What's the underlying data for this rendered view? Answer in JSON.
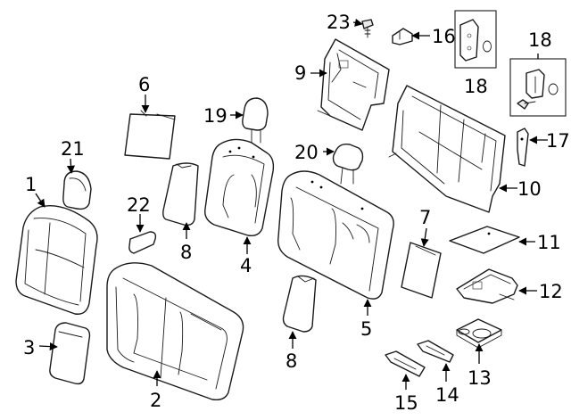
{
  "diagram": {
    "callouts": [
      {
        "id": "c1",
        "label": "1"
      },
      {
        "id": "c2",
        "label": "2"
      },
      {
        "id": "c3",
        "label": "3"
      },
      {
        "id": "c4",
        "label": "4"
      },
      {
        "id": "c5",
        "label": "5"
      },
      {
        "id": "c6",
        "label": "6"
      },
      {
        "id": "c7",
        "label": "7"
      },
      {
        "id": "c8a",
        "label": "8"
      },
      {
        "id": "c8b",
        "label": "8"
      },
      {
        "id": "c9",
        "label": "9"
      },
      {
        "id": "c10",
        "label": "10"
      },
      {
        "id": "c11",
        "label": "11"
      },
      {
        "id": "c12",
        "label": "12"
      },
      {
        "id": "c13",
        "label": "13"
      },
      {
        "id": "c14",
        "label": "14"
      },
      {
        "id": "c15",
        "label": "15"
      },
      {
        "id": "c16",
        "label": "16"
      },
      {
        "id": "c17",
        "label": "17"
      },
      {
        "id": "c18a",
        "label": "18"
      },
      {
        "id": "c18b",
        "label": "18"
      },
      {
        "id": "c19",
        "label": "19"
      },
      {
        "id": "c20",
        "label": "20"
      },
      {
        "id": "c21",
        "label": "21"
      },
      {
        "id": "c22",
        "label": "22"
      },
      {
        "id": "c23",
        "label": "23"
      }
    ]
  }
}
